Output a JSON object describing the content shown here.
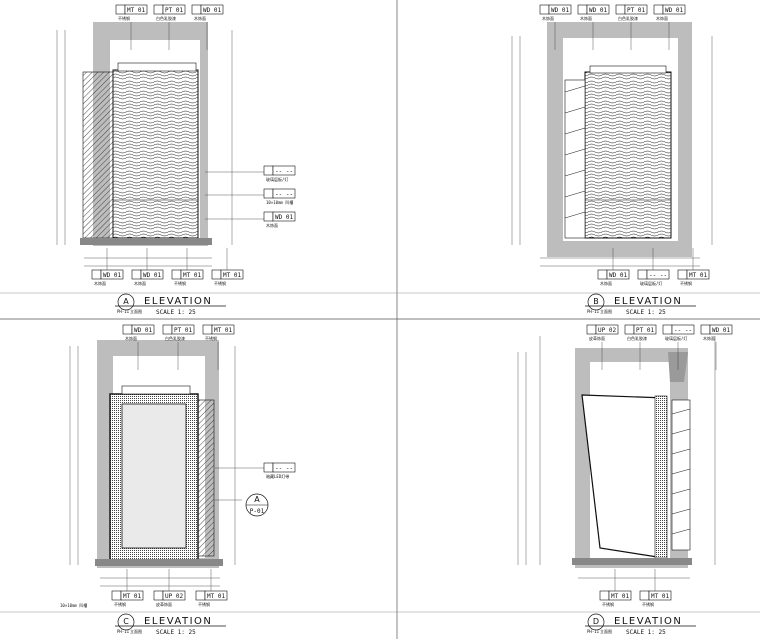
{
  "panels": [
    {
      "key": "A",
      "title": {
        "letter": "A",
        "ref": "PH-11",
        "name": "立面图",
        "elevation": "ELEVATION",
        "scale": "SCALE  1: 25"
      },
      "top_tags": [
        {
          "code": "MT  01",
          "label": "不锈钢"
        },
        {
          "code": "PT  01",
          "label": "白色乳胶漆"
        },
        {
          "code": "WD  01",
          "label": "木饰面"
        }
      ],
      "bottom_tags": [
        {
          "code": "WD  01",
          "label": "木饰面"
        },
        {
          "code": "WD  01",
          "label": "木饰面"
        },
        {
          "code": "MT  01",
          "label": "不锈钢"
        },
        {
          "code": "MT  01",
          "label": "不锈钢"
        }
      ],
      "side_tags": [
        {
          "code": "--  --",
          "label": "玻璃层板/灯"
        },
        {
          "code": "--  --",
          "label": "10×10mm 凹槽"
        },
        {
          "code": "WD  01",
          "label": "木饰面"
        }
      ]
    },
    {
      "key": "B",
      "title": {
        "letter": "B",
        "ref": "PH-11",
        "name": "立面图",
        "elevation": "ELEVATION",
        "scale": "SCALE  1: 25"
      },
      "top_tags": [
        {
          "code": "WD  01",
          "label": "木饰面"
        },
        {
          "code": "WD  01",
          "label": "木饰面"
        },
        {
          "code": "PT  01",
          "label": "白色乳胶漆"
        },
        {
          "code": "WD  01",
          "label": "木饰面"
        }
      ],
      "bottom_tags": [
        {
          "code": "WD  01",
          "label": "木饰面"
        },
        {
          "code": "--  --",
          "label": "玻璃层板/灯"
        },
        {
          "code": "MT  01",
          "label": "不锈钢"
        }
      ],
      "side_tags": []
    },
    {
      "key": "C",
      "title": {
        "letter": "C",
        "ref": "PH-11",
        "name": "立面图",
        "elevation": "ELEVATION",
        "scale": "SCALE  1: 25"
      },
      "top_tags": [
        {
          "code": "WD  01",
          "label": "木饰面"
        },
        {
          "code": "PT  01",
          "label": "白色乳胶漆"
        },
        {
          "code": "MT  01",
          "label": "不锈钢"
        }
      ],
      "bottom_tags": [
        {
          "code": "MT  01",
          "label": "不锈钢"
        },
        {
          "code": "UP  02",
          "label": "皮革饰面"
        },
        {
          "code": "MT  01",
          "label": "不锈钢"
        }
      ],
      "side_tags": [
        {
          "code": "--  --",
          "label": "暗藏LED灯带"
        }
      ],
      "callout": {
        "letter": "A",
        "ref": "P-01"
      },
      "note": "10×10mm 凹槽"
    },
    {
      "key": "D",
      "title": {
        "letter": "D",
        "ref": "PH-11",
        "name": "立面图",
        "elevation": "ELEVATION",
        "scale": "SCALE  1: 25"
      },
      "top_tags": [
        {
          "code": "UP  02",
          "label": "皮革饰面"
        },
        {
          "code": "PT  01",
          "label": "白色乳胶漆"
        },
        {
          "code": "--  --",
          "label": "玻璃层板/灯"
        },
        {
          "code": "WD  01",
          "label": "木饰面"
        }
      ],
      "bottom_tags": [
        {
          "code": "MT  01",
          "label": "不锈钢"
        },
        {
          "code": "MT  01",
          "label": "不锈钢"
        }
      ],
      "side_tags": []
    }
  ]
}
